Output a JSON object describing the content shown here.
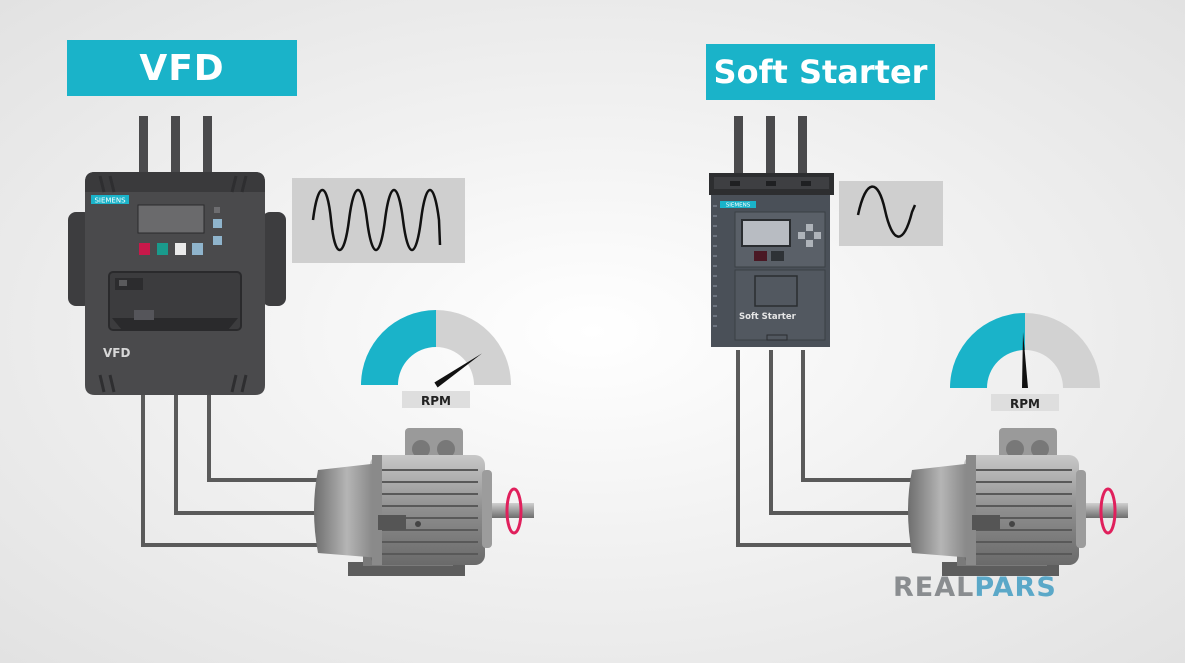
{
  "vfd": {
    "title": "VFD",
    "brand": "SIEMENS",
    "device_label": "VFD",
    "gauge_label": "RPM",
    "gauge_level": 0.82
  },
  "soft_starter": {
    "title": "Soft Starter",
    "brand": "SIEMENS",
    "device_label": "Soft Starter",
    "gauge_label": "RPM",
    "gauge_level": 0.5
  },
  "logo": {
    "part1": "REAL",
    "part2": "PARS"
  },
  "colors": {
    "accent": "#1ab3c9",
    "device_body": "#4a4a4c",
    "motor": "#9a9a9a",
    "wire": "#5a5a5a",
    "shaft_ring": "#e0205c"
  }
}
